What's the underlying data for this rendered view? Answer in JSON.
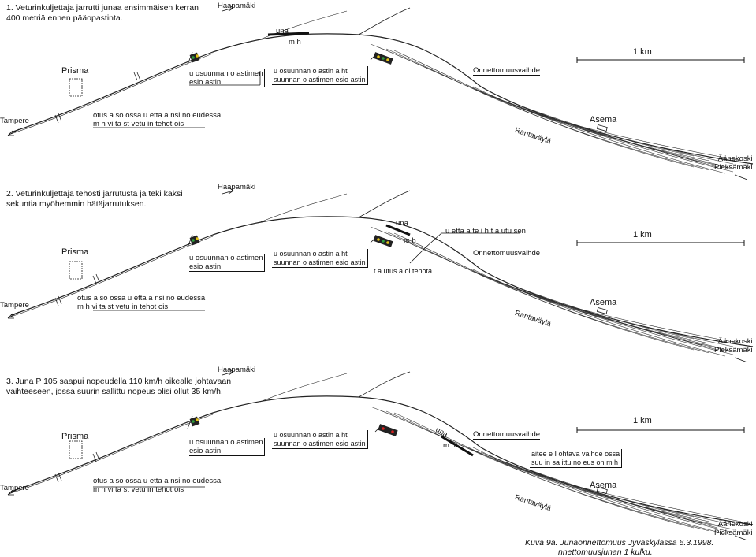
{
  "panels": [
    {
      "heading_1": "1. Veturinkuljettaja jarrutti junaa ensimmäisen kerran",
      "heading_2": "400 metriä ennen pääopastinta.",
      "top_place": "Haapamäki",
      "prisma": "Prisma",
      "train_label": "una",
      "speed_label": "m h",
      "pre_signal_1": "u osuunnan      o astimen",
      "pre_signal_2": "esio astin",
      "main_signal_1": "u osuunnan      o astin a    ht",
      "main_signal_2": "suunnan      o astimen esio astin",
      "switch_label": "Onnettomuusvaihde",
      "scale": "1 km",
      "left_place": "Tampere",
      "speed_note_1": "otus a  so   ossa   u  etta a      nsi no  eudessa",
      "speed_note_2": "m h vi  ta         st   vetu  in tehot   ois",
      "station": "Asema",
      "road": "Rantaväylä",
      "right_place_1": "Äänekoski",
      "right_place_2": "Pieksämäki"
    },
    {
      "heading_1": "2. Veturinkuljettaja tehosti  jarrutusta ja teki kaksi",
      "heading_2": "sekuntia myöhemmin hätäjarrutuksen.",
      "top_place": "Haapamäki",
      "prisma": "Prisma",
      "train_label": "una",
      "speed_label": "m h",
      "brake_note": "u  etta a te   i  h  t    a  utu  sen",
      "pre_signal_1": "u osuunnan      o  astimen",
      "pre_signal_2": "esio  astin",
      "main_signal_1": "u osuunnan      o  astin  a    ht",
      "main_signal_2": "suunnan      o  astimen esio  astin",
      "brake_box": "t   a   utus a   oi tehota",
      "switch_label": "Onnettomuusvaihde",
      "scale": "1 km",
      "left_place": "Tampere",
      "speed_note_1": "otus a  so   ossa   u  etta a      nsi no  eudessa",
      "speed_note_2": "m h vi  ta         st   vetu  in tehot   ois",
      "station": "Asema",
      "road": "Rantaväylä",
      "right_place_1": "Äänekoski",
      "right_place_2": "Pieksämäki"
    },
    {
      "heading_1": "3. Juna P 105 saapui nopeudella 110 km/h oikealle johtavaan",
      "heading_2": "vaihteeseen, jossa suurin sallittu nopeus olisi ollut 35 km/h.",
      "top_place": "Haapamäki",
      "prisma": "Prisma",
      "train_label": "una",
      "speed_label": "m h",
      "pre_signal_1": "u osuunnan      o  astimen",
      "pre_signal_2": "esio  astin",
      "main_signal_1": "u osuunnan      o  astin  a    ht",
      "main_signal_2": "suunnan      o  astimen esio  astin",
      "switch_label": "Onnettomuusvaihde",
      "switch_box_1": "aitee  e  I   ohtava vaihde   ossa",
      "switch_box_2": "suu  in sa  ittu no  eus on        m h",
      "scale": "1 km",
      "left_place": "Tampere",
      "speed_note_1": "otus a  so   ossa   u  etta a      nsi no  eudessa",
      "speed_note_2": "m h vi  ta         st   vetu  in tehot   ois",
      "station": "Asema",
      "road": "Rantaväylä",
      "right_place_1": "Äänekoski",
      "right_place_2": "Pieksämäki"
    }
  ],
  "caption_1": "Kuva 9a.  Junaonnettomuus Jyväskylässä 6.3.1998.",
  "caption_2": "nnettomuusjunan   1   kulku.",
  "colors": {
    "signal_green": "#2e9e3a",
    "signal_yellow": "#e6c619",
    "signal_red": "#d62020",
    "track": "#222222"
  }
}
